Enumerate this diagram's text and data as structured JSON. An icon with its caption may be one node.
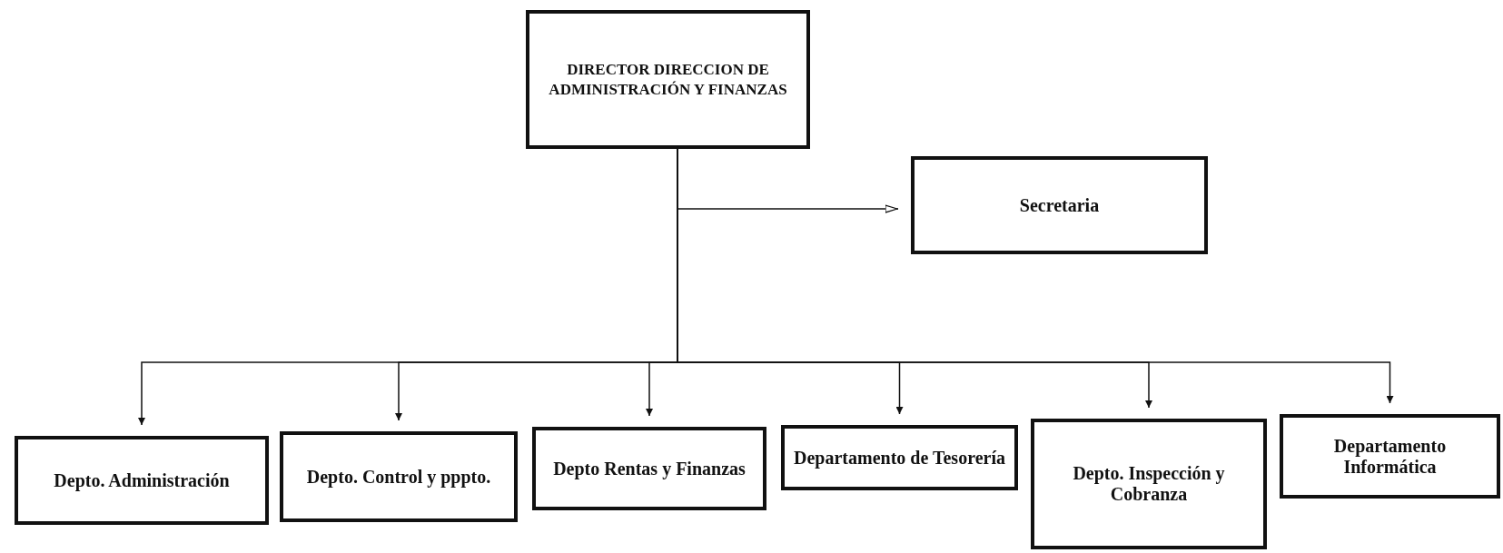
{
  "diagram": {
    "nodes": [
      {
        "text": [
          "DIRECTOR DIRECCION DE ADMINISTRACIÓN Y FINANZAS"
        ]
      },
      {
        "text": [
          "Secretaria"
        ]
      },
      {
        "text": [
          "Depto. Administración"
        ]
      },
      {
        "text": [
          "Depto. Control y pppto."
        ]
      },
      {
        "text": [
          "Depto Rentas y Finanzas"
        ]
      },
      {
        "text": [
          "Departamento de Tesorería"
        ]
      },
      {
        "text": [
          "Depto. Inspección y Cobranza"
        ]
      },
      {
        "text": [
          "Departamento Informática"
        ]
      }
    ],
    "edges": [
      {
        "from": 0,
        "to": 1,
        "arrow": "to"
      },
      {
        "from": 0,
        "to": 2,
        "arrow": "to"
      },
      {
        "from": 0,
        "to": 3,
        "arrow": "to"
      },
      {
        "from": 0,
        "to": 4,
        "arrow": "to"
      },
      {
        "from": 0,
        "to": 5,
        "arrow": "to"
      },
      {
        "from": 0,
        "to": 6,
        "arrow": "to"
      },
      {
        "from": 0,
        "to": 7,
        "arrow": "to"
      }
    ]
  }
}
